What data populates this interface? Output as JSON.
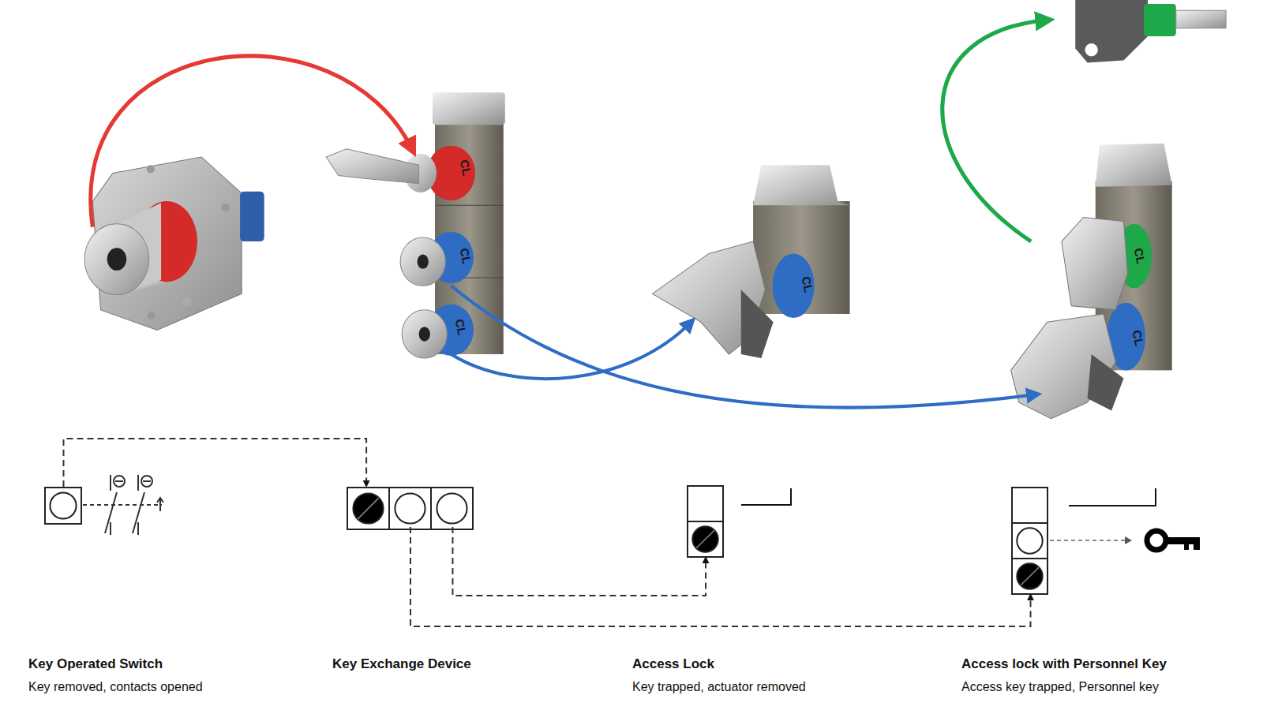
{
  "diagram": {
    "nodes": [
      {
        "text": [
          "Key Operated Switch",
          "Key removed, contacts opened"
        ]
      },
      {
        "text": [
          "Key Exchange Device"
        ]
      },
      {
        "text": [
          "Access Lock",
          "Key trapped, actuator removed"
        ]
      },
      {
        "text": [
          "Access lock with Personnel Key",
          "Access key trapped, Personnel key"
        ]
      }
    ],
    "edges": [
      {
        "from": 0,
        "to": 1,
        "arrow": "to"
      },
      {
        "from": 1,
        "to": 3,
        "arrow": "to"
      },
      {
        "from": 1,
        "to": 2,
        "arrow": "to"
      }
    ],
    "labels": [
      "CL",
      "CL",
      "CL",
      "CL",
      "CL",
      "CL"
    ]
  }
}
